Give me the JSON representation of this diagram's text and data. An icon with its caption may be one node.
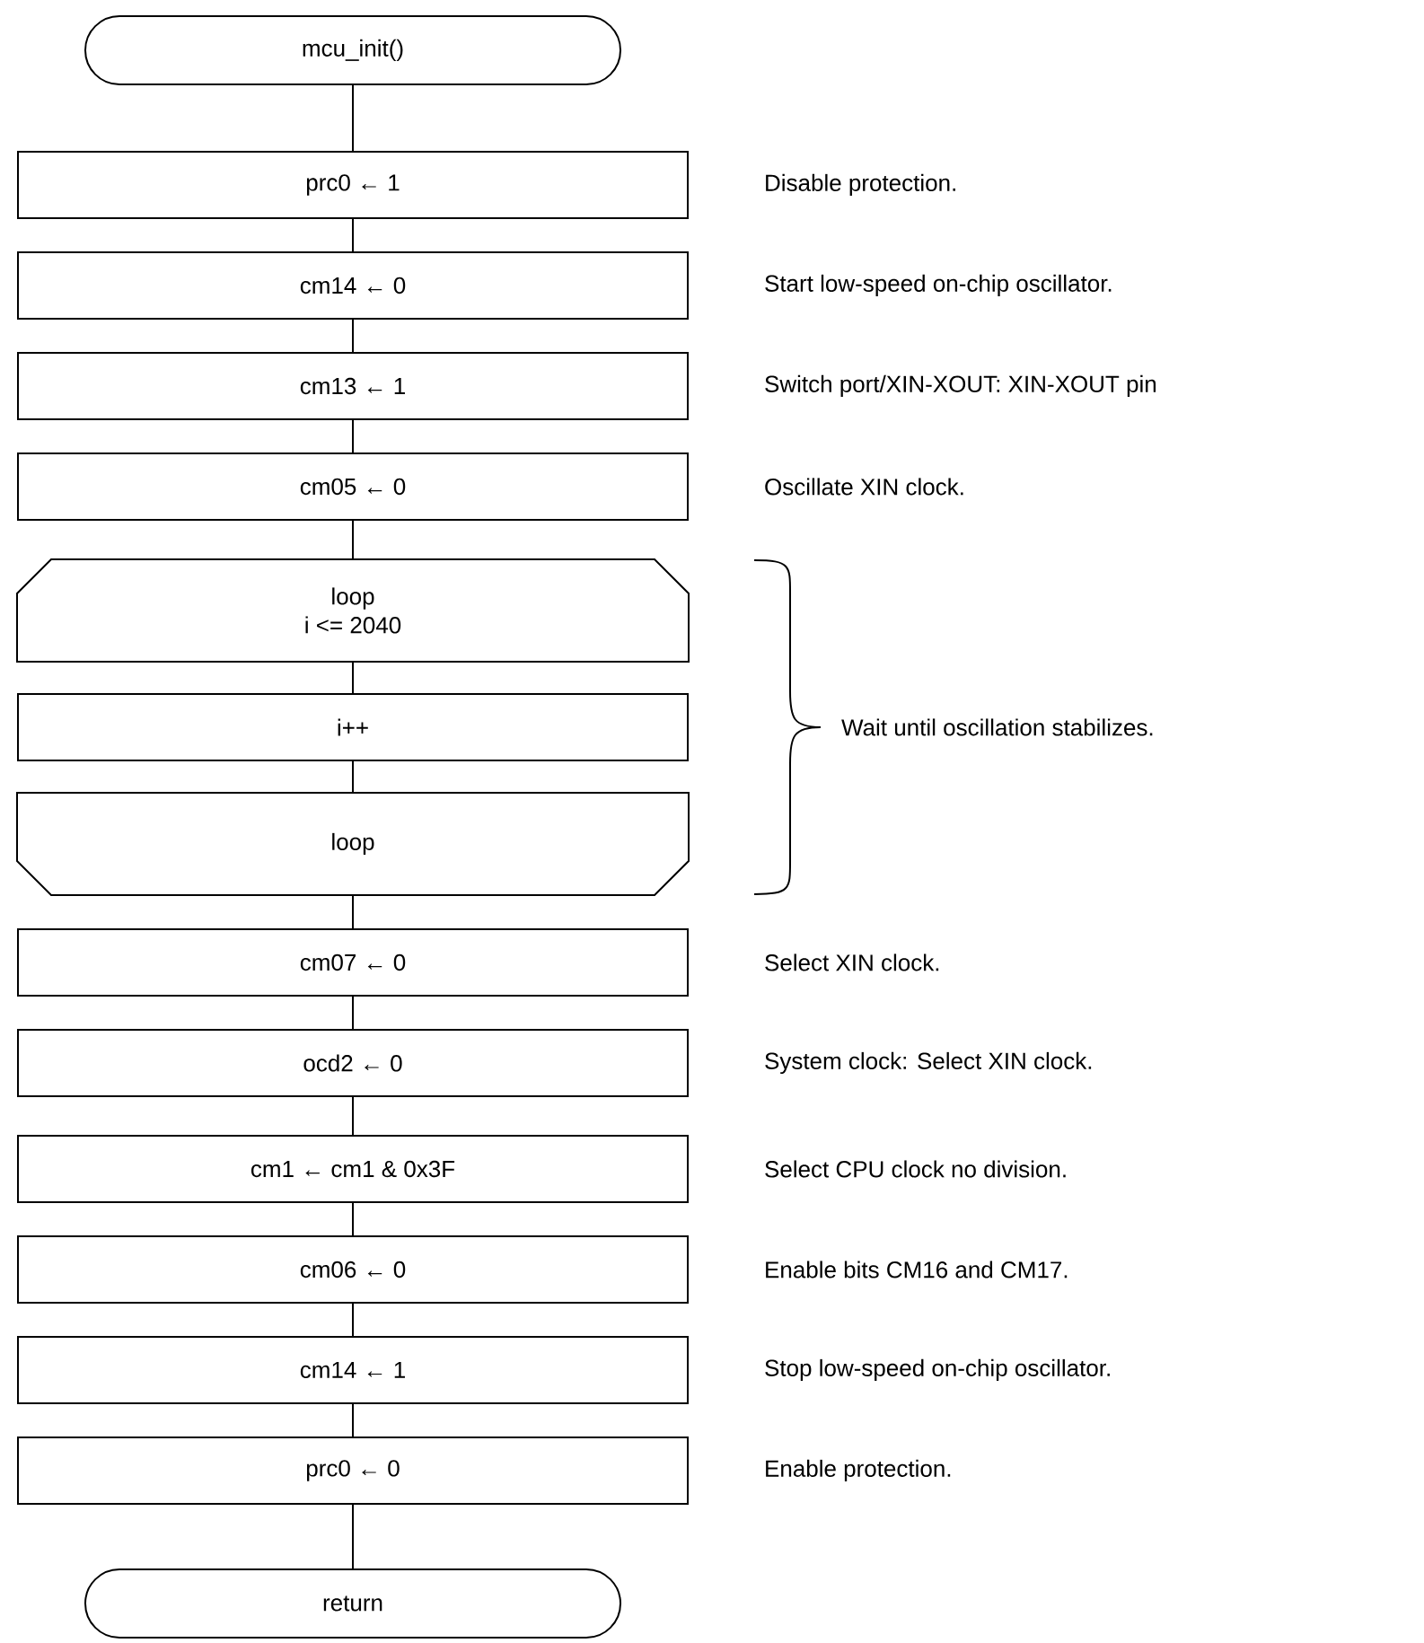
{
  "diagram": {
    "nodes": [
      {
        "text": [
          "mcu_init()"
        ]
      },
      {
        "text": [
          "prc0 ← 1"
        ],
        "beside": [
          "Disable protection."
        ]
      },
      {
        "text": [
          "cm14 ← 0"
        ],
        "beside": [
          "Start low-speed on-chip oscillator."
        ]
      },
      {
        "text": [
          "cm13 ← 1"
        ],
        "beside": [
          "Switch port/XIN-XOUT: XIN-XOUT pin"
        ]
      },
      {
        "text": [
          "cm05 ← 0"
        ],
        "beside": [
          "Oscillate XIN clock."
        ]
      },
      {
        "text": [
          "loop",
          "i <= 2040"
        ]
      },
      {
        "text": [
          "i++"
        ]
      },
      {
        "text": [
          "loop"
        ]
      },
      {
        "text": [
          "cm07 ← 0"
        ],
        "beside": [
          "Select XIN clock."
        ]
      },
      {
        "text": [
          "ocd2 ← 0"
        ],
        "beside": [
          "System clock: Select XIN clock."
        ]
      },
      {
        "text": [
          "cm1 ← cm1 & 0x3F"
        ],
        "beside": [
          "Select CPU clock no division."
        ]
      },
      {
        "text": [
          "cm06 ← 0"
        ],
        "beside": [
          "Enable bits CM16 and CM17."
        ]
      },
      {
        "text": [
          "cm14 ← 1"
        ],
        "beside": [
          "Stop low-speed on-chip oscillator."
        ]
      },
      {
        "text": [
          "prc0 ← 0"
        ],
        "beside": [
          "Enable protection."
        ]
      },
      {
        "text": [
          "return"
        ]
      }
    ],
    "edges": [
      {
        "from": 0,
        "to": 1,
        "arrow": "none"
      },
      {
        "from": 1,
        "to": 2,
        "arrow": "none"
      },
      {
        "from": 2,
        "to": 3,
        "arrow": "none"
      },
      {
        "from": 3,
        "to": 4,
        "arrow": "none"
      },
      {
        "from": 4,
        "to": 5,
        "arrow": "none"
      },
      {
        "from": 5,
        "to": 6,
        "arrow": "none"
      },
      {
        "from": 6,
        "to": 7,
        "arrow": "none"
      },
      {
        "from": 7,
        "to": 8,
        "arrow": "none"
      },
      {
        "from": 8,
        "to": 9,
        "arrow": "none"
      },
      {
        "from": 9,
        "to": 10,
        "arrow": "none"
      },
      {
        "from": 10,
        "to": 11,
        "arrow": "none"
      },
      {
        "from": 11,
        "to": 12,
        "arrow": "none"
      },
      {
        "from": 12,
        "to": 13,
        "arrow": "none"
      },
      {
        "from": 13,
        "to": 14,
        "arrow": "none"
      }
    ],
    "labels": [
      "Wait until oscillation stabilizes."
    ]
  }
}
